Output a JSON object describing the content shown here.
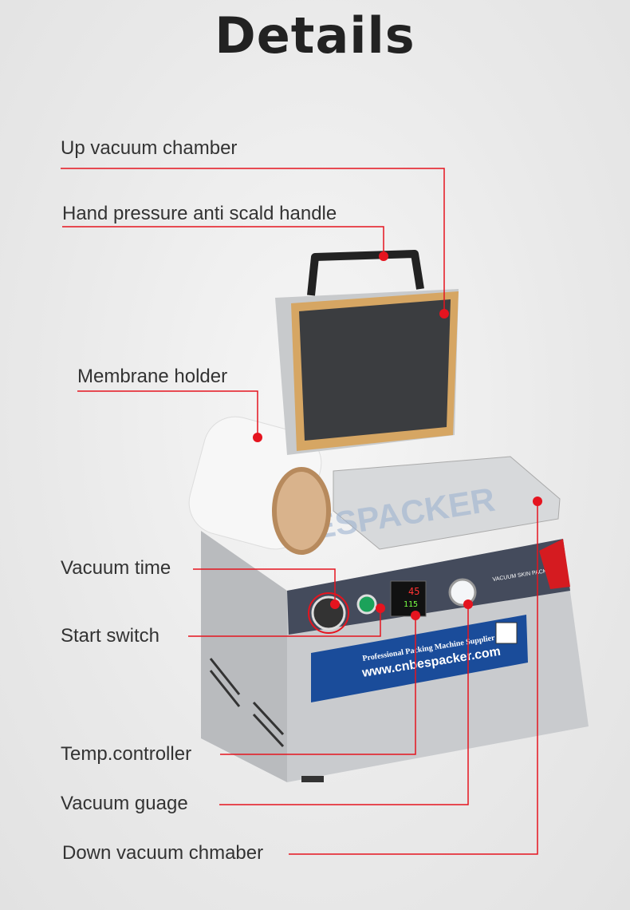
{
  "title": "Details",
  "accent_color": "#e5141f",
  "labels": {
    "up_vacuum_chamber": "Up vacuum chamber",
    "handle": "Hand pressure anti scald handle",
    "membrane_holder": "Membrane holder",
    "vacuum_time": "Vacuum time",
    "start_switch": "Start switch",
    "temp_controller": "Temp.controller",
    "vacuum_gauge": "Vacuum guage",
    "down_vacuum_chamber": "Down vacuum chmaber"
  },
  "machine": {
    "watermark": "BESPACKER",
    "banner_tagline": "Professional Packing Machine Supplier",
    "banner_url": "www.cnbespacker.com",
    "nameplate": "VACUUM SKIN PACKER",
    "display_top": "45",
    "display_bottom": "115"
  }
}
